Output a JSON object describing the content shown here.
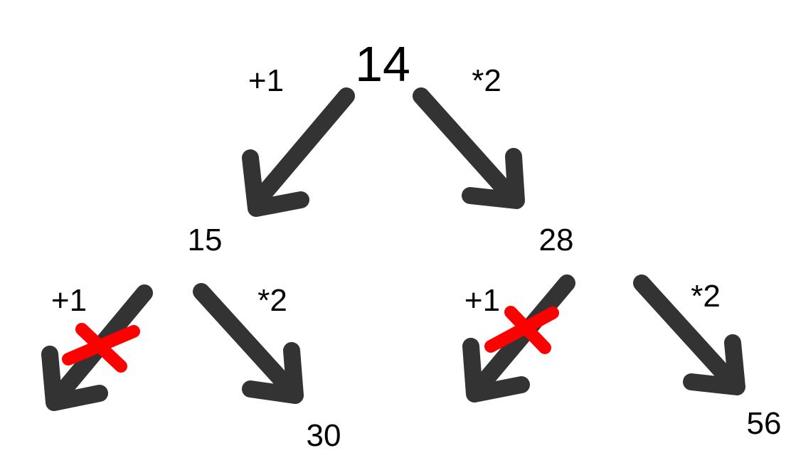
{
  "colors": {
    "arrow": "#333333",
    "cross": "#ff0000",
    "text": "#000000"
  },
  "nodes": {
    "root": "14",
    "left": "15",
    "right": "28",
    "left_right_child": "30",
    "right_right_child": "56"
  },
  "operations": {
    "root_left": "+1",
    "root_right": "*2",
    "left_left": "+1",
    "left_right": "*2",
    "right_left": "+1",
    "right_right": "*2"
  },
  "rejected_branches": [
    "left_left",
    "right_left"
  ]
}
